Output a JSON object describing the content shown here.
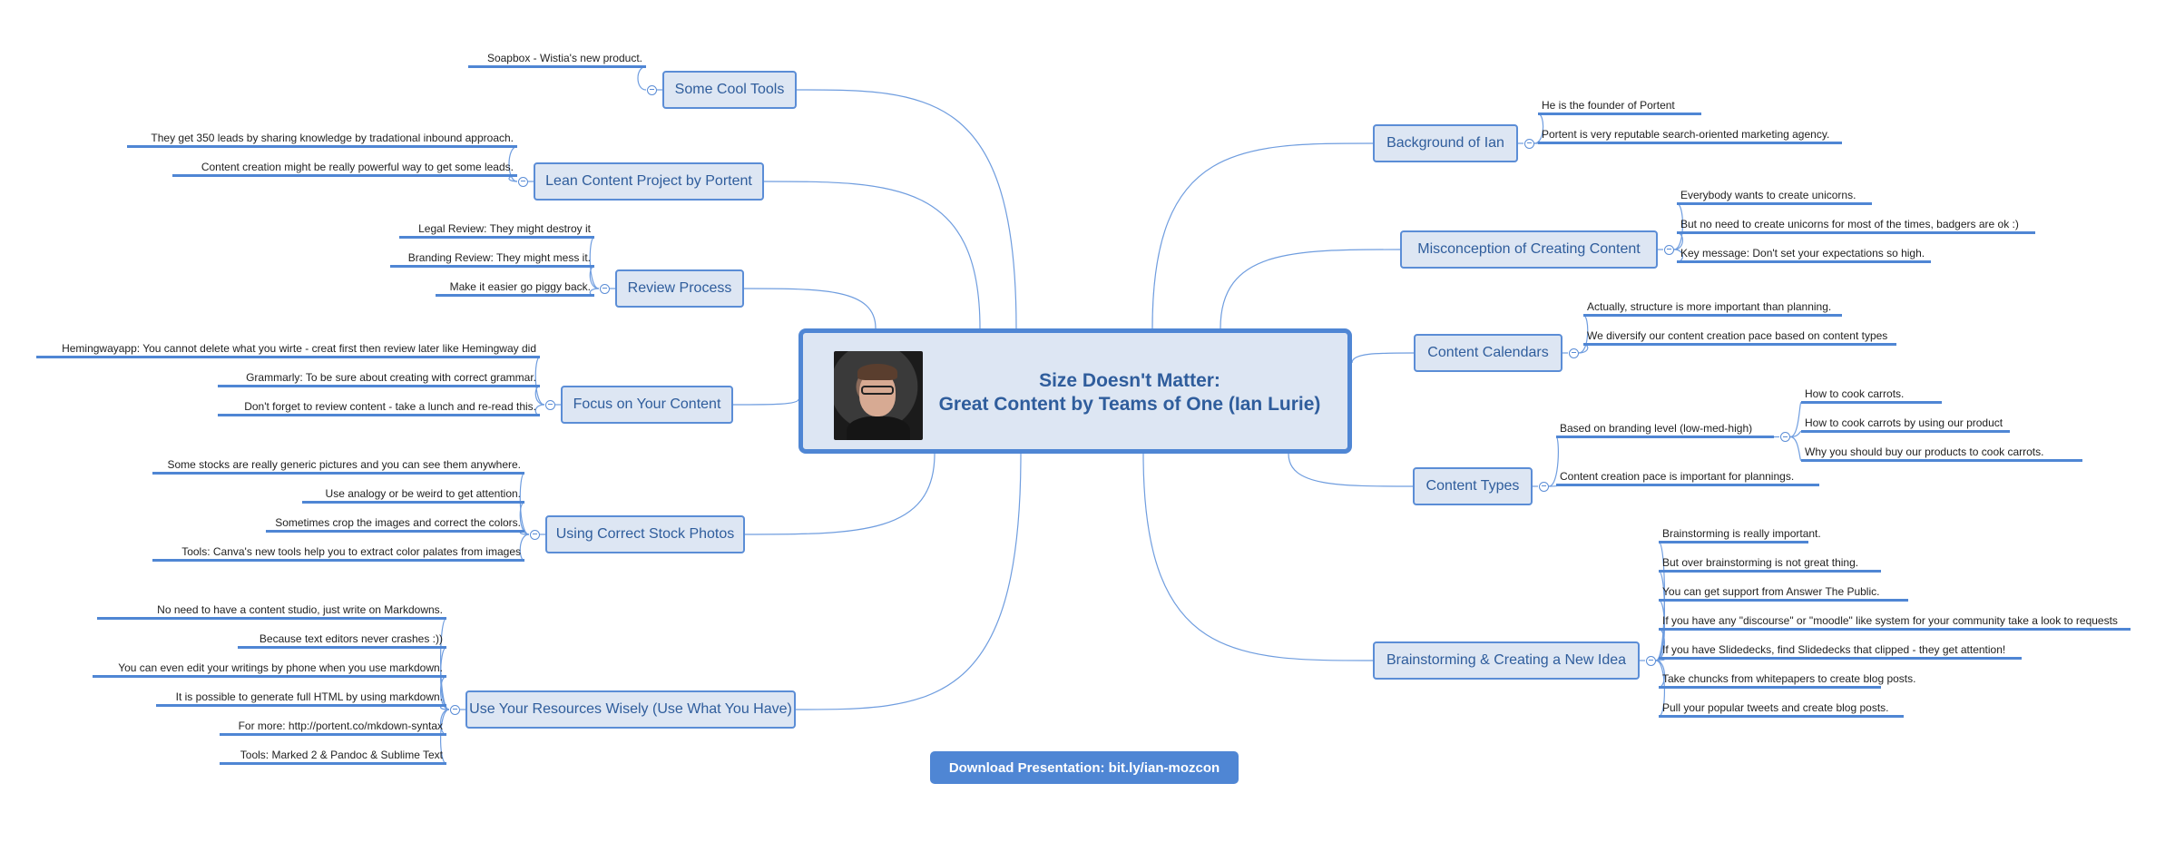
{
  "central": {
    "title_line1": "Size Doesn't Matter:",
    "title_line2": "Great Content by Teams of One (Ian Lurie)"
  },
  "download_label": "Download Presentation: bit.ly/ian-mozcon",
  "topics": [
    {
      "label": "Some Cool Tools",
      "side": "left",
      "leaves": [
        "Soapbox - Wistia's new product."
      ]
    },
    {
      "label": "Lean Content Project by Portent",
      "side": "left",
      "leaves": [
        "They get 350 leads by sharing knowledge by tradational inbound approach.",
        "Content creation might be really powerful way to get some leads."
      ]
    },
    {
      "label": "Review Process",
      "side": "left",
      "leaves": [
        "Legal Review: They might destroy it",
        "Branding Review: They might mess it.",
        "Make it easier go piggy back."
      ]
    },
    {
      "label": "Focus on Your Content",
      "side": "left",
      "leaves": [
        "Hemingwayapp: You cannot delete what you wirte - creat first then review later like Hemingway did",
        "Grammarly: To be sure about creating with correct grammar.",
        "Don't forget to review content - take a lunch and re-read this."
      ]
    },
    {
      "label": "Using Correct Stock Photos",
      "side": "left",
      "leaves": [
        "Some stocks are really generic pictures and you can see them anywhere.",
        "Use analogy or be weird to get attention.",
        "Sometimes crop the images and correct the colors.",
        "Tools: Canva's new tools help you to extract color palates from images"
      ]
    },
    {
      "label": "Use Your Resources Wisely (Use What You Have)",
      "side": "left",
      "leaves": [
        "No need to have a content studio, just write on Markdowns.",
        "Because text editors never crashes :))",
        "You can even edit your writings by phone when you use markdown.",
        "It is possible to generate full HTML by using markdown.",
        "For more: http://portent.co/mkdown-syntax",
        "Tools: Marked 2 & Pandoc & Sublime Text"
      ]
    },
    {
      "label": "Background of Ian",
      "side": "right",
      "leaves": [
        "He is the founder of Portent",
        "Portent is very reputable search-oriented marketing agency."
      ]
    },
    {
      "label": "Misconception of Creating Content",
      "side": "right",
      "leaves": [
        "Everybody wants to create unicorns.",
        "But no need to create unicorns for most of the times, badgers are ok :)",
        "Key message: Don't set your expectations so high."
      ]
    },
    {
      "label": "Content Calendars",
      "side": "right",
      "leaves": [
        "Actually, structure is more important than planning.",
        "We diversify our content creation pace based on content types"
      ]
    },
    {
      "label": "Content Types",
      "side": "right",
      "leaves": [
        "Based on branding level (low-med-high)",
        "Content creation pace is important for plannings."
      ],
      "subleaves": [
        "How to cook carrots.",
        "How to cook carrots by using our product",
        "Why you should buy our products to cook carrots."
      ]
    },
    {
      "label": "Brainstorming & Creating a New Idea",
      "side": "right",
      "leaves": [
        "Brainstorming is really important.",
        "But over brainstorming is not great thing.",
        "You can get support from Answer The Public.",
        "If you have any \"discourse\" or \"moodle\" like system for your community take a look to requests",
        "If you have Slidedecks, find Slidedecks that clipped - they get attention!",
        "Take chuncks from whitepapers to create blog posts.",
        "Pull your popular tweets and create blog posts."
      ]
    }
  ]
}
